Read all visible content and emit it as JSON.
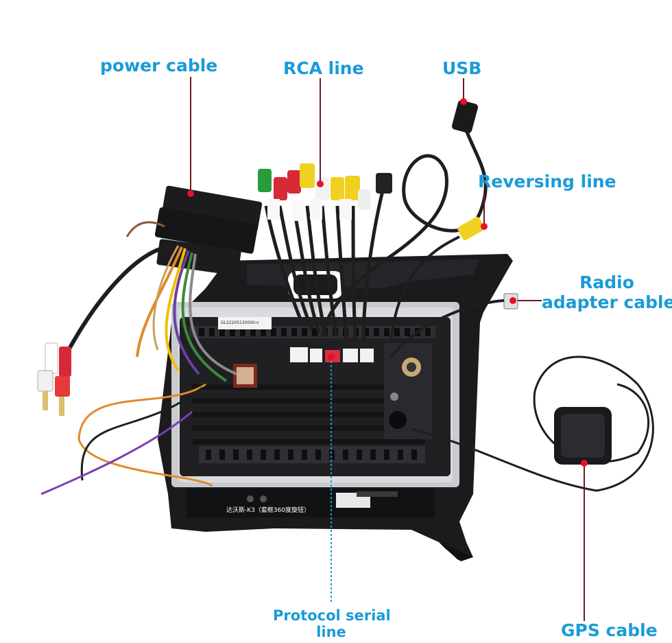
{
  "labels": {
    "power_cable": "power cable",
    "rca_line": "RCA line",
    "usb": "USB",
    "reversing_line": "Reversing line",
    "radio_adapter_line1": "Radio",
    "radio_adapter_line2": "adapter cable",
    "protocol_serial_line1": "Protocol serial",
    "protocol_serial_line2": "line",
    "gps_cable": "GPS cable"
  },
  "board_text": {
    "sticker": "GL22205130000-v",
    "pcb_caption": "达沃斯-K3（套框360度旋钮）"
  },
  "colors": {
    "label_blue": "#1a9bd7",
    "marker_red": "#e8102a",
    "frame_black": "#1b1b1d",
    "panel_gray": "#c9cbce"
  },
  "icons": {
    "marker": "red-dot-marker",
    "gps_antenna": "gps-antenna-icon",
    "usb_plug": "usb-plug-icon",
    "rca_plug": "rca-plug-icon"
  }
}
